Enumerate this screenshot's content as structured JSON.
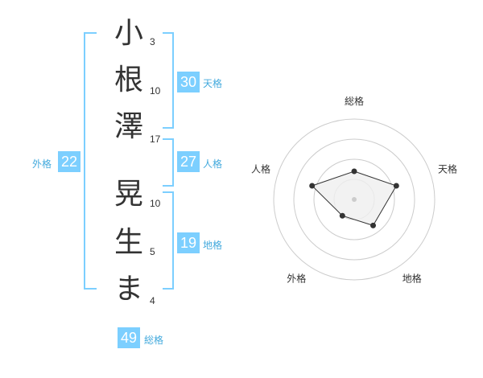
{
  "name_chars": [
    {
      "char": "小",
      "strokes": "3"
    },
    {
      "char": "根",
      "strokes": "10"
    },
    {
      "char": "澤",
      "strokes": "17"
    },
    {
      "char": "晃",
      "strokes": "10"
    },
    {
      "char": "生",
      "strokes": "5"
    },
    {
      "char": "ま",
      "strokes": "4"
    }
  ],
  "kaku": {
    "tenkaku": {
      "value": "30",
      "label": "天格"
    },
    "jinkaku": {
      "value": "27",
      "label": "人格"
    },
    "chikaku": {
      "value": "19",
      "label": "地格"
    },
    "gaikaku": {
      "value": "22",
      "label": "外格"
    },
    "soukaku": {
      "value": "49",
      "label": "総格"
    }
  },
  "colors": {
    "accent": "#7ccfff",
    "label": "#44aadd"
  },
  "chart_data": {
    "type": "radar",
    "axes": [
      "総格",
      "天格",
      "地格",
      "外格",
      "人格"
    ],
    "values": [
      0.35,
      0.55,
      0.4,
      0.25,
      0.55
    ],
    "max": 1,
    "rings": 4
  }
}
